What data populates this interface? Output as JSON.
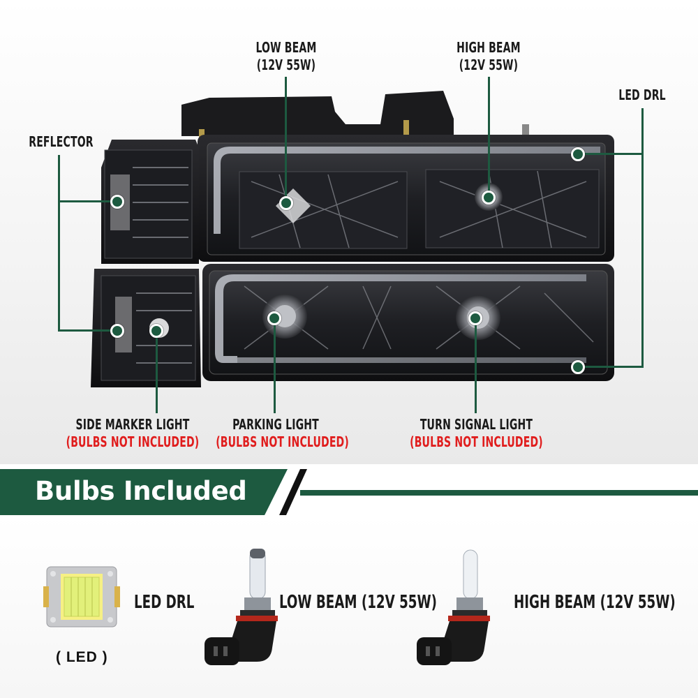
{
  "callouts": {
    "low_beam": {
      "name": "LOW BEAM",
      "spec": "(12V 55W)"
    },
    "high_beam": {
      "name": "HIGH BEAM",
      "spec": "(12V 55W)"
    },
    "led_drl": {
      "name": "LED DRL"
    },
    "reflector": {
      "name": "REFLECTOR"
    },
    "side_marker": {
      "name": "SIDE MARKER LIGHT",
      "note": "(BULBS NOT INCLUDED)"
    },
    "parking": {
      "name": "PARKING LIGHT",
      "note": "(BULBS NOT INCLUDED)"
    },
    "turn_signal": {
      "name": "TURN SIGNAL LIGHT",
      "note": "(BULBS NOT INCLUDED)"
    }
  },
  "banner": {
    "title": "Bulbs Included"
  },
  "bulbs": {
    "led": {
      "label": "LED DRL",
      "sub": "( LED )"
    },
    "low": {
      "label": "LOW BEAM (12V 55W)"
    },
    "high": {
      "label": "HIGH BEAM (12V 55W)"
    }
  },
  "colors": {
    "accent": "#1d5a40",
    "warning": "#e01d1d"
  }
}
